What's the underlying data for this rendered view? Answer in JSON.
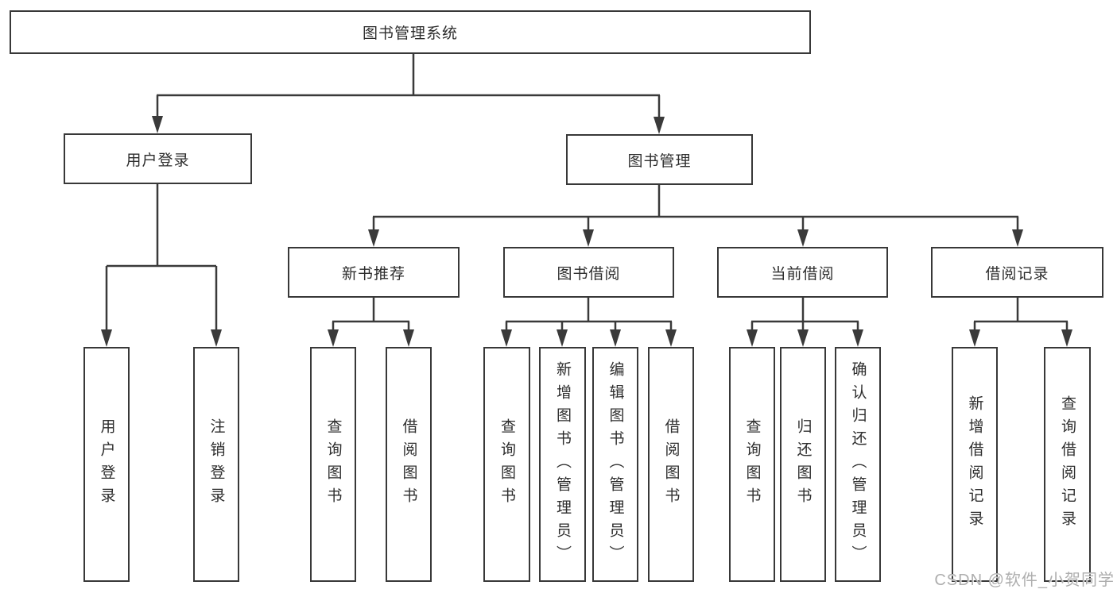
{
  "diagram": {
    "type": "hierarchy-chart",
    "colors": {
      "line": "#3a3a3a",
      "box_border": "#383838",
      "text": "#2d2d2d",
      "watermark": "#aeaeae",
      "background": "#ffffff"
    }
  },
  "tree": {
    "label": "图书管理系统",
    "children": [
      {
        "label": "用户登录",
        "children": [
          {
            "label": "用户登录"
          },
          {
            "label": "注销登录"
          }
        ]
      },
      {
        "label": "图书管理",
        "children": [
          {
            "label": "新书推荐",
            "children": [
              {
                "label": "查询图书"
              },
              {
                "label": "借阅图书"
              }
            ]
          },
          {
            "label": "图书借阅",
            "children": [
              {
                "label": "查询图书"
              },
              {
                "label": "新增图书（管理员）"
              },
              {
                "label": "编辑图书（管理员）"
              },
              {
                "label": "借阅图书"
              }
            ]
          },
          {
            "label": "当前借阅",
            "children": [
              {
                "label": "查询图书"
              },
              {
                "label": "归还图书"
              },
              {
                "label": "确认归还（管理员）"
              }
            ]
          },
          {
            "label": "借阅记录",
            "children": [
              {
                "label": "新增借阅记录"
              },
              {
                "label": "查询借阅记录"
              }
            ]
          }
        ]
      }
    ]
  },
  "watermark": {
    "text": "CSDN @软件_小贺同学"
  }
}
